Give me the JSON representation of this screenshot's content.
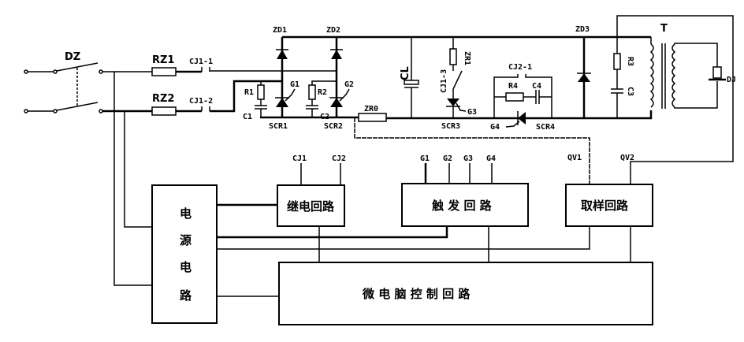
{
  "components": {
    "breaker": "DZ",
    "fuse1": "RZ1",
    "fuse2": "RZ2",
    "contact1": "CJ1-1",
    "contact2": "CJ1-2",
    "contact3": "CJ1-3",
    "contact4": "CJ2-1",
    "zd1": "ZD1",
    "zd2": "ZD2",
    "zd3": "ZD3",
    "r1": "R1",
    "r2": "R2",
    "r3": "R3",
    "r4": "R4",
    "c1": "C1",
    "c2": "C2",
    "c3": "C3",
    "c4": "C4",
    "cl": "CL",
    "zr0": "ZR0",
    "zr1": "ZR1",
    "scr1": "SCR1",
    "scr2": "SCR2",
    "scr3": "SCR3",
    "scr4": "SCR4",
    "g1": "G1",
    "g2": "G2",
    "g3": "G3",
    "g4": "G4",
    "transformer": "T",
    "load": "DJ"
  },
  "signals": {
    "cj1": "CJ1",
    "cj2": "CJ2",
    "g1": "G1",
    "g2": "G2",
    "g3": "G3",
    "g4": "G4",
    "qv1": "QV1",
    "qv2": "QV2"
  },
  "blocks": {
    "power": [
      "电",
      "源",
      "电",
      "路"
    ],
    "relay": "继电回路",
    "trigger": "触 发 回 路",
    "sampling": "取样回路",
    "mcu": "微 电 脑 控 制 回 路"
  }
}
